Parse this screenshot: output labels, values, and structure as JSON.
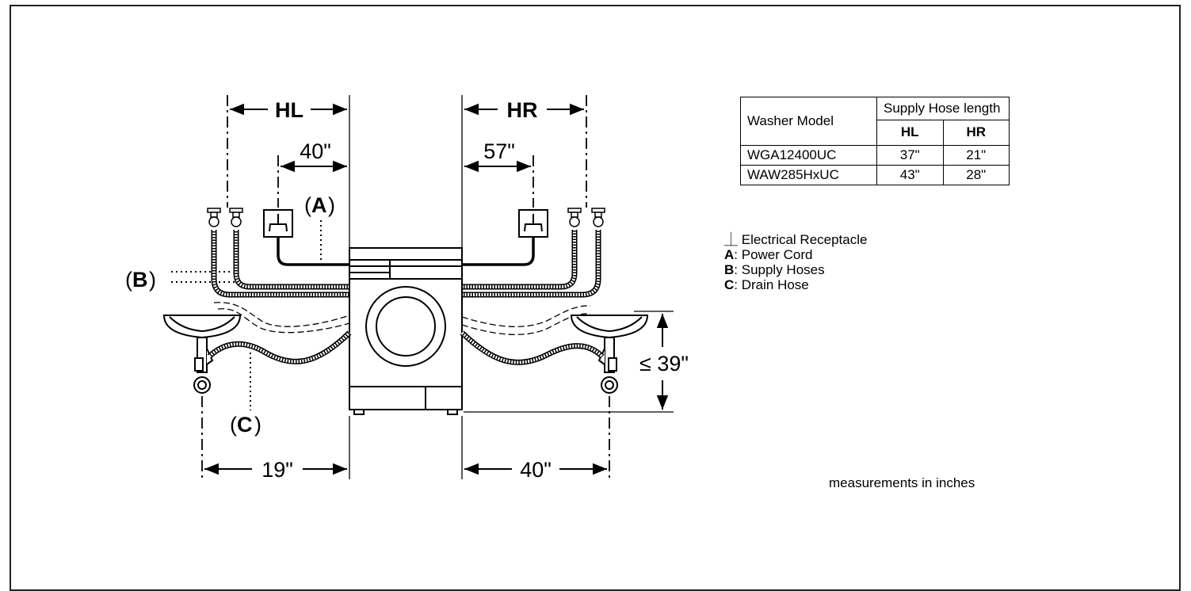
{
  "dimensions": {
    "hl": "HL",
    "hr": "HR",
    "left_receptacle": "40\"",
    "right_receptacle": "57\"",
    "left_sink": "19\"",
    "right_sink": "40\"",
    "height": "≤ 39\""
  },
  "callouts": {
    "a": "A",
    "b": "B",
    "c": "C"
  },
  "table": {
    "header_model": "Washer Model",
    "header_length": "Supply Hose length",
    "sub_hl": "HL",
    "sub_hr": "HR",
    "rows": [
      {
        "model": "WGA12400UC",
        "hl": "37\"",
        "hr": "21\""
      },
      {
        "model": "WAW285HxUC",
        "hl": "43\"",
        "hr": "28\""
      }
    ]
  },
  "legend": {
    "receptacle_symbol": "⏊",
    "receptacle": "Electrical Receptacle",
    "a_key": "A",
    "a_text": ": Power Cord",
    "b_key": "B",
    "b_text": ": Supply Hoses",
    "c_key": "C",
    "c_text": ": Drain Hose"
  },
  "note": "measurements in inches"
}
